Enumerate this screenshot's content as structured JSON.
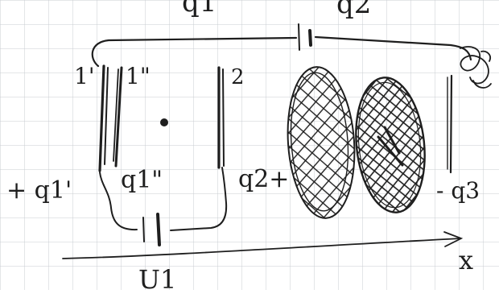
{
  "colors": {
    "paper": "#ffffff",
    "grid": "#c9ccd2",
    "ink": "#1e1e1e",
    "ink_light": "#3a3a3a"
  },
  "labels": {
    "top_left": "q1",
    "top_right": "q2",
    "plate_1prime": "1'",
    "plate_1double": "1\"",
    "plate_2": "2",
    "charge_q1prime": "+ q1'",
    "charge_q1double": "q1\"",
    "charge_q2": "q2+",
    "charge_q3": "- q3",
    "axis": "x",
    "bottom": "U1"
  },
  "icons": {
    "top_battery": "battery-icon",
    "bottom_battery": "battery-icon",
    "center_dot": "dot-icon",
    "hatched_region_left": "hatched-oval-icon",
    "hatched_region_right": "hatched-oval-icon"
  }
}
